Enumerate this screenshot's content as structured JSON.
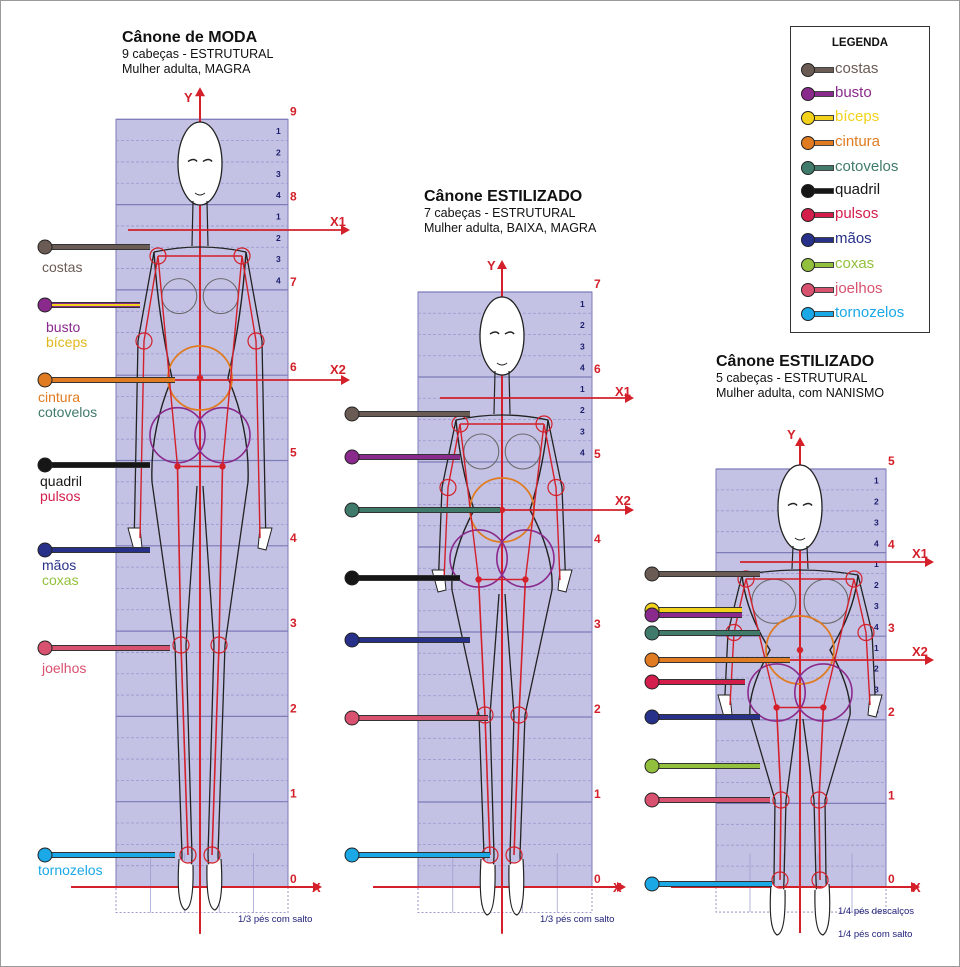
{
  "canons": [
    {
      "title": "Cânone de MODA",
      "line2": "9 cabeças - ESTRUTURAL",
      "line3": "Mulher adulta, MAGRA",
      "y_label": "Y",
      "x_label": "X",
      "x1_label": "X1",
      "x2_label": "X2",
      "head_numbers": [
        "0",
        "1",
        "2",
        "3",
        "4",
        "5",
        "6",
        "7",
        "8",
        "9"
      ],
      "foot_note": "1/3 pés com salto",
      "side_labels": [
        "costas",
        "busto",
        "bíceps",
        "cintura",
        "cotovelos",
        "quadril",
        "pulsos",
        "mãos",
        "coxas",
        "joelhos",
        "tornozelos"
      ]
    },
    {
      "title": "Cânone ESTILIZADO",
      "line2": "7 cabeças - ESTRUTURAL",
      "line3": "Mulher adulta, BAIXA, MAGRA",
      "y_label": "Y",
      "x_label": "X",
      "x1_label": "X1",
      "x2_label": "X2",
      "head_numbers": [
        "0",
        "1",
        "2",
        "3",
        "4",
        "5",
        "6",
        "7"
      ],
      "foot_note": "1/3 pés com salto"
    },
    {
      "title": "Cânone ESTILIZADO",
      "line2": "5 cabeças - ESTRUTURAL",
      "line3": "Mulher adulta, com NANISMO",
      "y_label": "Y",
      "x_label": "X",
      "x1_label": "X1",
      "x2_label": "X2",
      "head_numbers": [
        "0",
        "1",
        "2",
        "3",
        "4",
        "5"
      ],
      "foot_note_1": "1/4 pés descalços",
      "foot_note_2": "1/4 pés com salto"
    }
  ],
  "sub_numbers": [
    "1",
    "2",
    "3",
    "4"
  ],
  "legend": {
    "title": "LEGENDA",
    "items": [
      {
        "label": "costas",
        "color": "#6b5b55"
      },
      {
        "label": "busto",
        "color": "#8a2a8c"
      },
      {
        "label": "bíceps",
        "color": "#f2d21b"
      },
      {
        "label": "cintura",
        "color": "#e07b22"
      },
      {
        "label": "cotovelos",
        "color": "#3f7a6b"
      },
      {
        "label": "quadril",
        "color": "#161616"
      },
      {
        "label": "pulsos",
        "color": "#d31d4b"
      },
      {
        "label": "mãos",
        "color": "#283189"
      },
      {
        "label": "coxas",
        "color": "#92c03c"
      },
      {
        "label": "joelhos",
        "color": "#d8516f"
      },
      {
        "label": "tornozelos",
        "color": "#1aa8e6"
      }
    ]
  },
  "colors": {
    "axis": "#d3202a",
    "grid_fill": "#c3c2e4",
    "grid_line": "#7d7bb8",
    "body_stroke": "#222222"
  }
}
